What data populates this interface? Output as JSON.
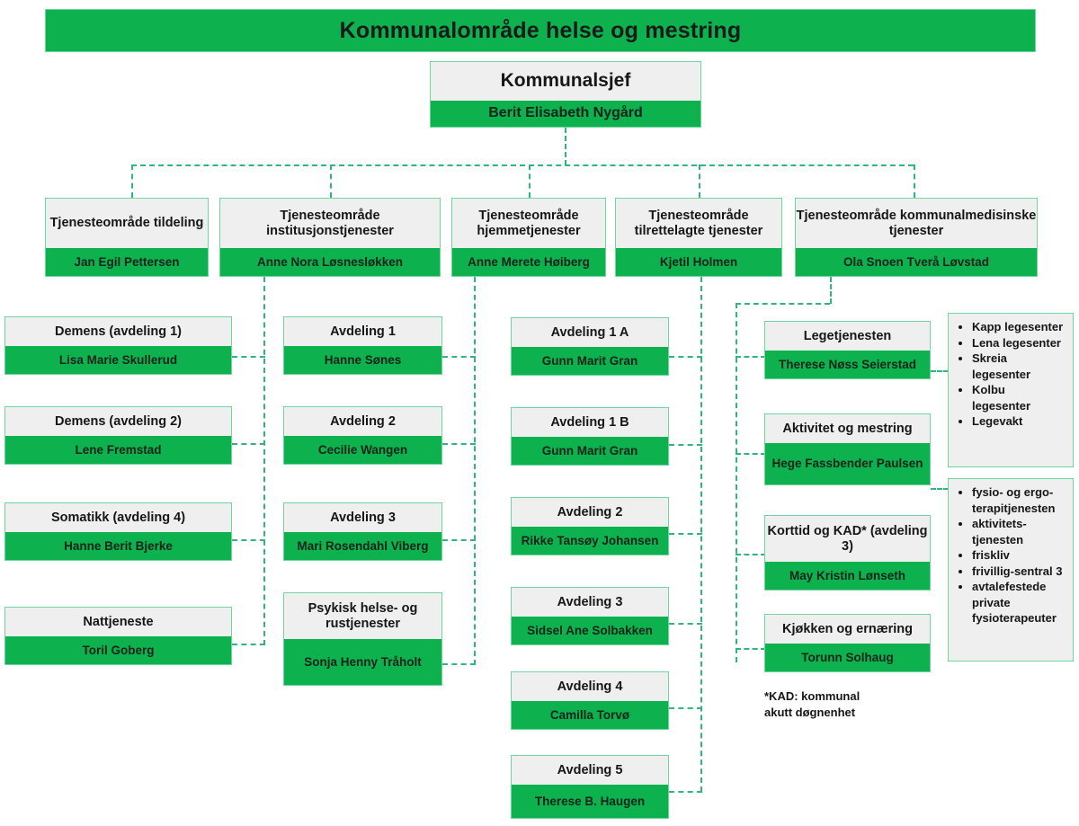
{
  "banner": {
    "text": "Kommunalområde helse og mestring"
  },
  "colors": {
    "green": "#0db14d",
    "box_border": "#6fd6a0",
    "light_panel": "#efefef",
    "connector": "#2fb67e",
    "text": "#161616"
  },
  "root": {
    "title": "Kommunalsjef",
    "person": "Berit Elisabeth Nygård"
  },
  "service_areas": [
    {
      "title": "Tjenesteområde tildeling",
      "person": "Jan Egil Pettersen"
    },
    {
      "title": "Tjenesteområde institusjonstjenester",
      "person": "Anne Nora Løsnesløkken"
    },
    {
      "title": "Tjenesteområde hjemmetjenester",
      "person": "Anne Merete Høiberg"
    },
    {
      "title": "Tjenesteområde tilrettelagte tjenester",
      "person": "Kjetil Holmen"
    },
    {
      "title": "Tjenesteområde kommunalmedisinske tjenester",
      "person": "Ola Snoen Tverå Løvstad"
    }
  ],
  "column1": [
    {
      "title": "Demens (avdeling 1)",
      "person": "Lisa Marie Skullerud"
    },
    {
      "title": "Demens (avdeling 2)",
      "person": "Lene Fremstad"
    },
    {
      "title": "Somatikk (avdeling 4)",
      "person": "Hanne Berit Bjerke"
    },
    {
      "title": "Nattjeneste",
      "person": "Toril Goberg"
    }
  ],
  "column2": [
    {
      "title": "Avdeling 1",
      "person": "Hanne Sønes"
    },
    {
      "title": "Avdeling 2",
      "person": "Cecilie Wangen"
    },
    {
      "title": "Avdeling 3",
      "person": "Mari Rosendahl Viberg"
    },
    {
      "title": "Psykisk helse- og rustjenester",
      "person": "Sonja Henny Tråholt"
    }
  ],
  "column3": [
    {
      "title": "Avdeling 1 A",
      "person": "Gunn Marit Gran"
    },
    {
      "title": "Avdeling 1 B",
      "person": "Gunn Marit Gran"
    },
    {
      "title": "Avdeling 2",
      "person": "Rikke Tansøy Johansen"
    },
    {
      "title": "Avdeling 3",
      "person": "Sidsel Ane Solbakken"
    },
    {
      "title": "Avdeling 4",
      "person": "Camilla Torvø"
    },
    {
      "title": "Avdeling 5",
      "person": "Therese B. Haugen"
    }
  ],
  "column4": [
    {
      "title": "Legetjenesten",
      "person": "Therese Nøss Seierstad"
    },
    {
      "title": "Aktivitet og mestring",
      "person": "Hege Fassbender Paulsen"
    },
    {
      "title": "Korttid og KAD* (avdeling 3)",
      "person": "May Kristin Lønseth"
    },
    {
      "title": "Kjøkken og ernæring",
      "person": "Torunn Solhaug"
    }
  ],
  "list1": {
    "items": [
      "Kapp legesenter",
      "Lena legesenter",
      "Skreia legesenter",
      "Kolbu legesenter",
      "Legevakt"
    ]
  },
  "list2": {
    "items": [
      "fysio- og ergo-terapitjenesten",
      "aktivitets-tjenesten",
      "friskliv",
      "frivillig-sentral 3",
      "avtalefestede private fysioterapeuter"
    ]
  },
  "footnote": {
    "line1": "*KAD: kommunal",
    "line2": "akutt døgnenhet"
  }
}
